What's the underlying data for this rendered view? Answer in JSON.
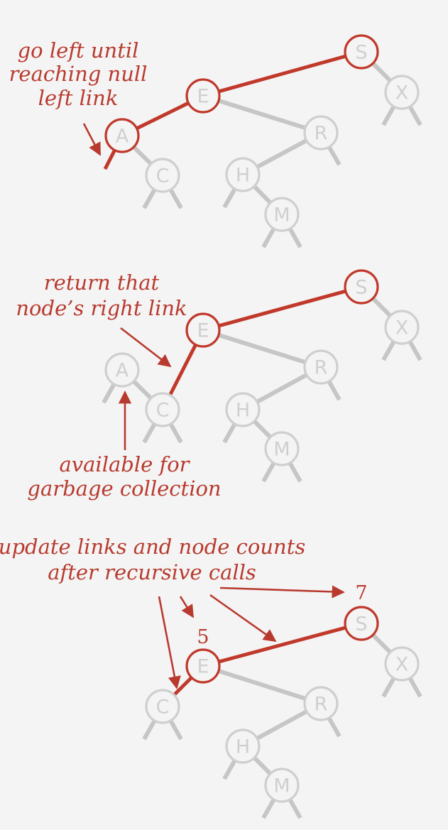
{
  "panels": [
    {
      "annotation_lines": [
        "go left until",
        "reaching null",
        "left link"
      ],
      "nodes": [
        "S",
        "X",
        "E",
        "R",
        "A",
        "C",
        "H",
        "M"
      ]
    },
    {
      "annotation_lines": [
        "return that",
        "node’s right link"
      ],
      "annotation2_lines": [
        "available for",
        "garbage collection"
      ],
      "nodes": [
        "S",
        "X",
        "E",
        "R",
        "A",
        "C",
        "H",
        "M"
      ]
    },
    {
      "annotation_lines": [
        "update links and node counts",
        "after recursive calls"
      ],
      "counts": {
        "S": "7",
        "E": "5"
      },
      "nodes": [
        "S",
        "X",
        "E",
        "R",
        "C",
        "H",
        "M"
      ]
    }
  ],
  "colors": {
    "accent": "#c0392b",
    "inactive": "#c6c6c6",
    "background": "#f4f4f4"
  }
}
